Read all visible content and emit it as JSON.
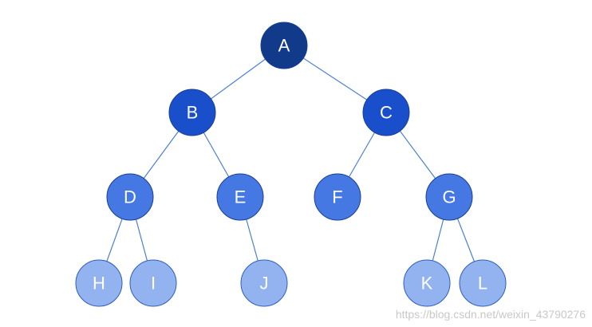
{
  "diagram": {
    "type": "binary-tree",
    "levels": [
      {
        "level": 0,
        "color": "#123a8a"
      },
      {
        "level": 1,
        "color": "#1a4fcc"
      },
      {
        "level": 2,
        "color": "#4578e3"
      },
      {
        "level": 3,
        "color": "#93b3f0"
      }
    ],
    "nodes": [
      {
        "id": "A",
        "label": "A",
        "level": 0
      },
      {
        "id": "B",
        "label": "B",
        "level": 1
      },
      {
        "id": "C",
        "label": "C",
        "level": 1
      },
      {
        "id": "D",
        "label": "D",
        "level": 2
      },
      {
        "id": "E",
        "label": "E",
        "level": 2
      },
      {
        "id": "F",
        "label": "F",
        "level": 2
      },
      {
        "id": "G",
        "label": "G",
        "level": 2
      },
      {
        "id": "H",
        "label": "H",
        "level": 3
      },
      {
        "id": "I",
        "label": "I",
        "level": 3
      },
      {
        "id": "J",
        "label": "J",
        "level": 3
      },
      {
        "id": "K",
        "label": "K",
        "level": 3
      },
      {
        "id": "L",
        "label": "L",
        "level": 3
      }
    ],
    "edges": [
      {
        "from": "A",
        "to": "B"
      },
      {
        "from": "A",
        "to": "C"
      },
      {
        "from": "B",
        "to": "D"
      },
      {
        "from": "B",
        "to": "E"
      },
      {
        "from": "C",
        "to": "F"
      },
      {
        "from": "C",
        "to": "G"
      },
      {
        "from": "D",
        "to": "H"
      },
      {
        "from": "D",
        "to": "I"
      },
      {
        "from": "E",
        "to": "J"
      },
      {
        "from": "G",
        "to": "K"
      },
      {
        "from": "G",
        "to": "L"
      }
    ],
    "edge_color": "#4a7fd8",
    "label_color": "#ffffff"
  },
  "watermark": {
    "text": "https://blog.csdn.net/weixin_43790276"
  }
}
